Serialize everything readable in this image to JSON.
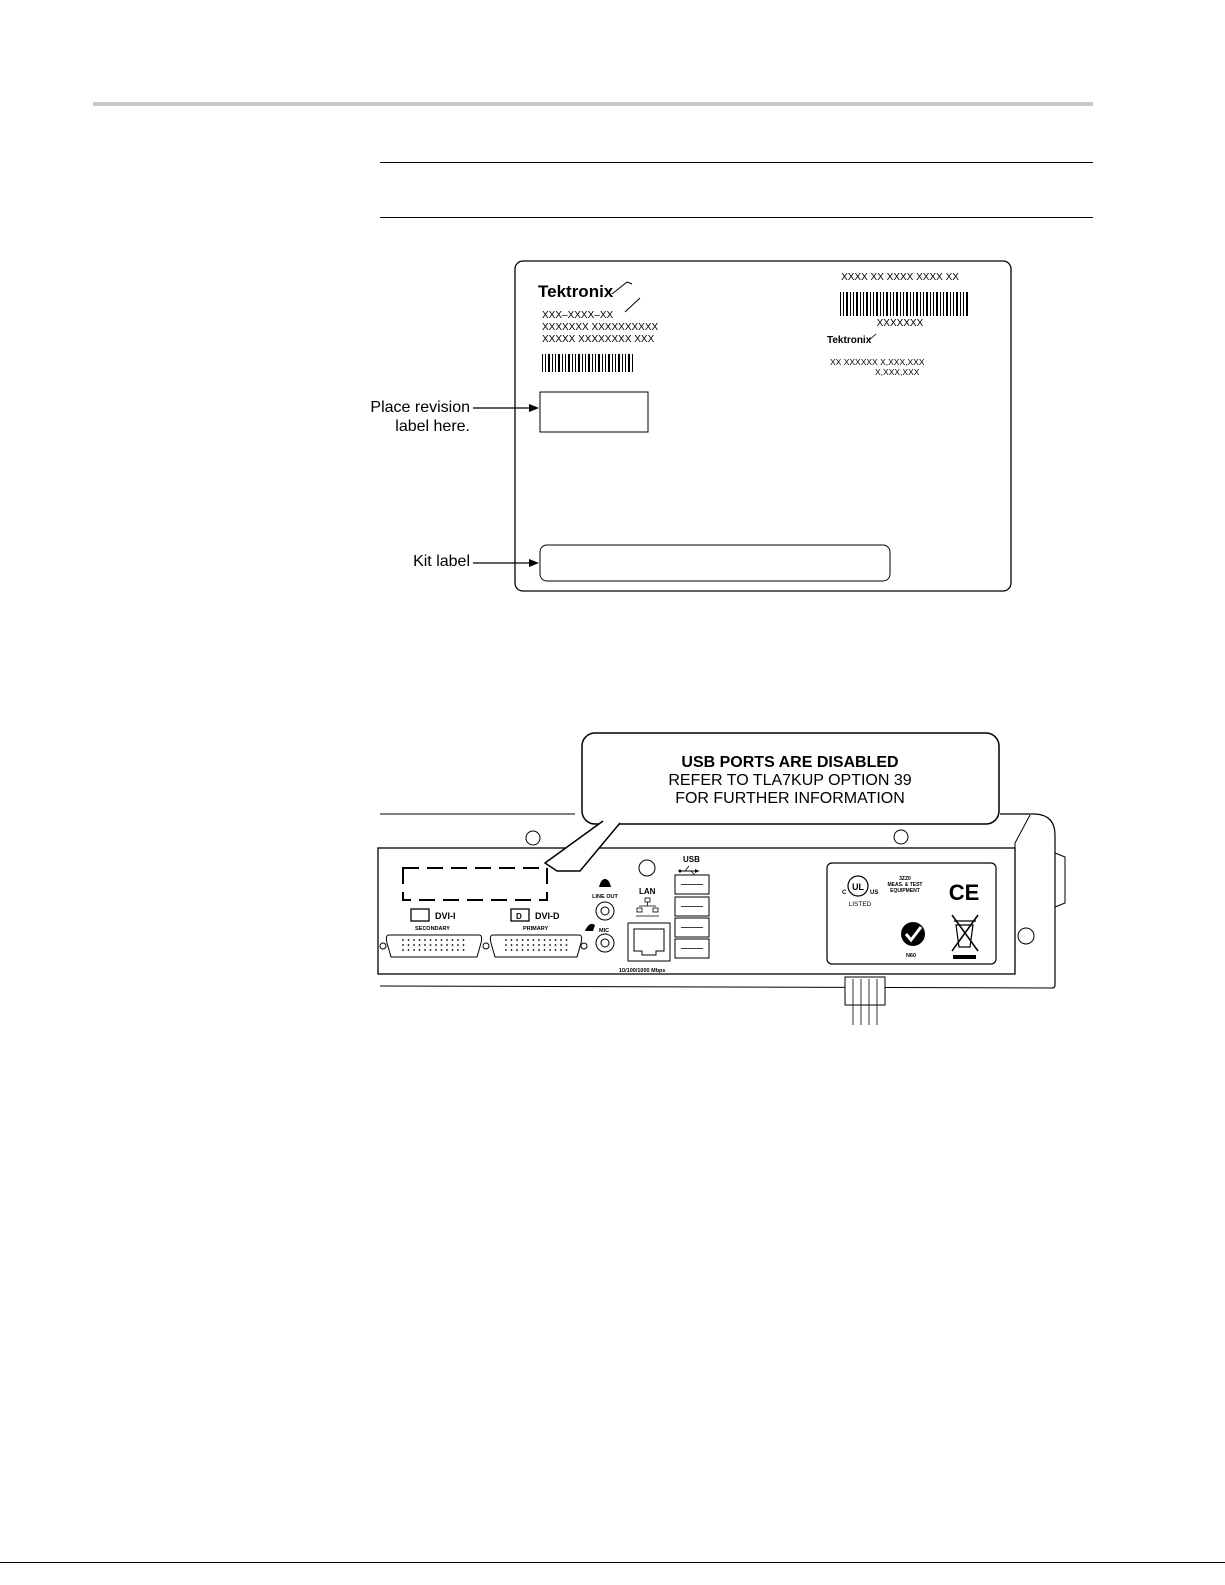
{
  "label_figure": {
    "brand": "Tektronix",
    "part_number": "XXX–XXXX–XX",
    "line_1": "XXXXXXX XXXXXXXXXX",
    "line_2": "XXXXX  XXXXXXXX XXX",
    "right_header": "XXXX  XX XXXX XXXX XX",
    "right_serial": "XXXXXXX",
    "right_brand": "Tektronix",
    "right_patent_1": "XX XXXXXX X,XXX,XXX",
    "right_patent_2": "X,XXX,XXX",
    "callout_revision": "Place revision\nlabel here.",
    "callout_kit": "Kit label"
  },
  "panel_figure": {
    "sticker_line_1": "USB PORTS ARE DISABLED",
    "sticker_line_2": "REFER TO TLA7KUP OPTION 39",
    "sticker_line_3": "FOR FURTHER INFORMATION",
    "dvi_i_label": "DVI-I",
    "dvi_i_sub": "SECONDARY",
    "dvi_d_label": "DVI-D",
    "dvi_d_sub": "PRIMARY",
    "dvi_d_letter": "D",
    "line_out": "LINE OUT",
    "mic": "MIC",
    "lan": "LAN",
    "lan_speed": "10/100/1000 Mbps",
    "usb": "USB",
    "ul_c": "C",
    "ul_mark": "UL",
    "ul_us": "US",
    "ul_listed": "LISTED",
    "ul_code": "3ZZ0",
    "meas_1": "MEAS. & TEST",
    "meas_2": "EQUIPMENT",
    "ce": "CE",
    "n60": "N60"
  }
}
